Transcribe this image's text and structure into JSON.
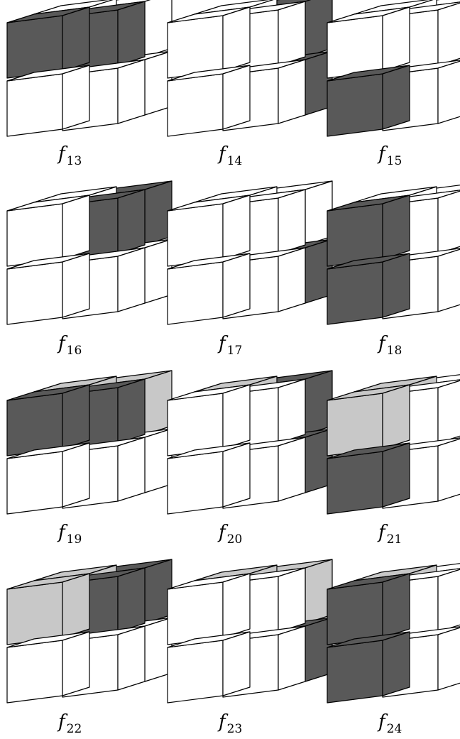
{
  "colors": {
    "white": "#ffffff",
    "dark": "#595959",
    "light": "#c8c8c8",
    "stroke": "#000000"
  },
  "cube_order": [
    "back-top-right",
    "back-bottom-right",
    "back-top-left",
    "back-bottom-left",
    "front-top-right",
    "front-bottom-right",
    "front-top-left",
    "front-bottom-left"
  ],
  "panels": [
    {
      "id": "f13",
      "label": "f",
      "sub": "13",
      "dark": [
        "front-top-left",
        "front-top-right"
      ],
      "light": []
    },
    {
      "id": "f14",
      "label": "f",
      "sub": "14",
      "dark": [
        "back-top-right",
        "back-bottom-right"
      ],
      "light": []
    },
    {
      "id": "f15",
      "label": "f",
      "sub": "15",
      "dark": [
        "front-bottom-left",
        "back-bottom-left"
      ],
      "light": []
    },
    {
      "id": "f16",
      "label": "f",
      "sub": "16",
      "dark": [
        "front-top-right",
        "back-top-right"
      ],
      "light": []
    },
    {
      "id": "f17",
      "label": "f",
      "sub": "17",
      "dark": [
        "back-bottom-left",
        "back-bottom-right"
      ],
      "light": []
    },
    {
      "id": "f18",
      "label": "f",
      "sub": "18",
      "dark": [
        "front-top-left",
        "front-bottom-left"
      ],
      "light": []
    },
    {
      "id": "f19",
      "label": "f",
      "sub": "19",
      "dark": [
        "front-top-left",
        "front-top-right"
      ],
      "light": [
        "back-top-left",
        "back-top-right"
      ]
    },
    {
      "id": "f20",
      "label": "f",
      "sub": "20",
      "dark": [
        "back-top-right",
        "back-bottom-right"
      ],
      "light": [
        "back-top-left",
        "back-bottom-left"
      ]
    },
    {
      "id": "f21",
      "label": "f",
      "sub": "21",
      "dark": [
        "front-bottom-left",
        "back-bottom-left"
      ],
      "light": [
        "front-top-left",
        "back-top-left"
      ]
    },
    {
      "id": "f22",
      "label": "f",
      "sub": "22",
      "dark": [
        "front-top-right",
        "back-top-right"
      ],
      "light": [
        "front-top-left",
        "back-top-left"
      ]
    },
    {
      "id": "f23",
      "label": "f",
      "sub": "23",
      "dark": [
        "back-bottom-left",
        "back-bottom-right"
      ],
      "light": [
        "back-top-left",
        "back-top-right"
      ]
    },
    {
      "id": "f24",
      "label": "f",
      "sub": "24",
      "dark": [
        "front-top-left",
        "front-bottom-left"
      ],
      "light": [
        "back-top-left",
        "back-bottom-left"
      ]
    }
  ]
}
